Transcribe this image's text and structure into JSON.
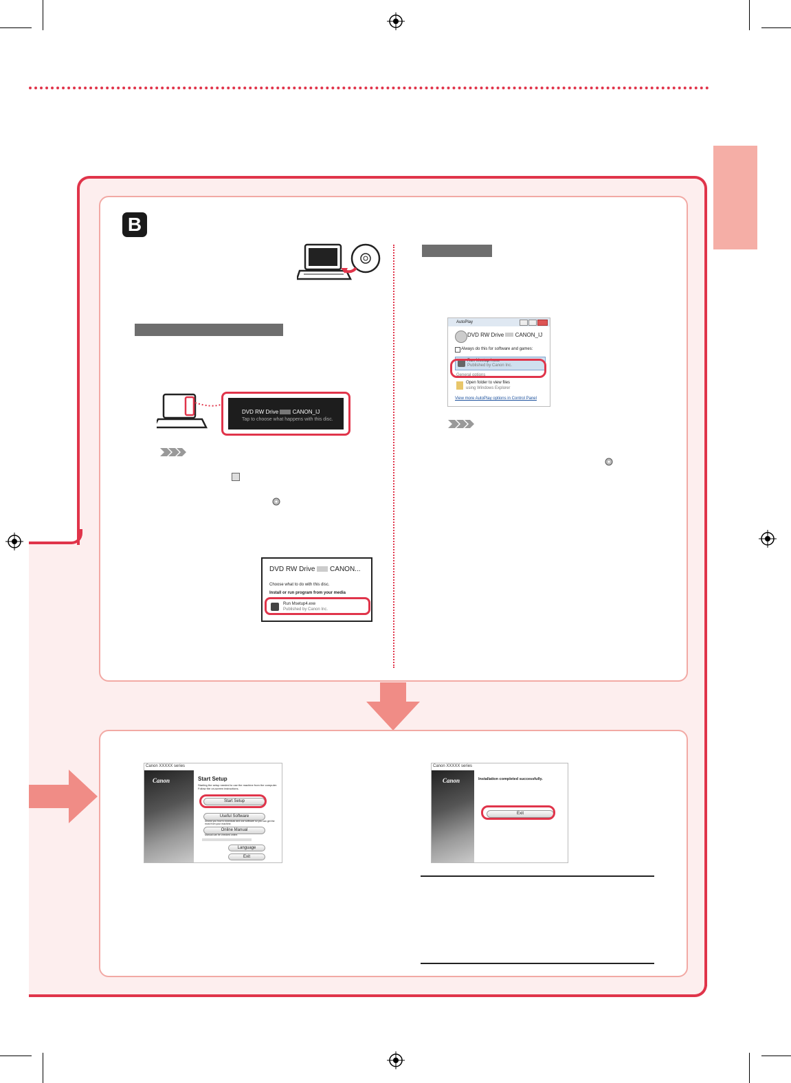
{
  "section_badge": "B",
  "dvd_popup_1": {
    "title": "DVD RW Drive",
    "label": "CANON_IJ",
    "subtitle": "Tap to choose what happens with this disc."
  },
  "dvd_popup_2": {
    "title": "DVD RW Drive",
    "label": "CANON...",
    "line1": "Choose what to do with this disc.",
    "line2": "Install or run program from your media",
    "item_title": "Run Msetup4.exe",
    "item_sub": "Published by Canon Inc."
  },
  "autoplay": {
    "window_title": "AutoPlay",
    "drive_title": "DVD RW Drive",
    "drive_label": "CANON_IJ",
    "checkbox": "Always do this for software and games:",
    "run_title": "Run Msetup4.exe",
    "run_sub": "Published by Canon Inc.",
    "general": "General options",
    "open_title": "Open folder to view files",
    "open_sub": "using Windows Explorer",
    "link": "View more AutoPlay options in Control Panel"
  },
  "start_setup": {
    "window_title": "Canon XXXXX series",
    "logo": "Canon",
    "heading": "Start Setup",
    "desc": "Starting the setup needed to use the machine from the computer. Follow the on-screen instructions.",
    "btn_start": "Start Setup",
    "btn_useful": "Useful Software",
    "useful_desc": "Shows you how to download and use software so you can get the most from your machine.",
    "btn_manual": "Online Manual",
    "manual_desc": "Manual can be checked online.",
    "btn_language": "Language",
    "btn_exit": "Exit"
  },
  "install_done": {
    "window_title": "Canon XXXXX series",
    "logo": "Canon",
    "message": "Installation completed successfully.",
    "btn_exit": "Exit"
  },
  "colors": {
    "accent_red": "#e0344a",
    "panel_border": "#f2a9a4",
    "pink_background": "#fdeeee",
    "arrow": "#f08c86"
  },
  "icons": [
    "registration-mark-icon",
    "laptop-icon",
    "disc-icon",
    "note-arrows-icon",
    "down-arrow-icon",
    "right-arrow-icon"
  ]
}
